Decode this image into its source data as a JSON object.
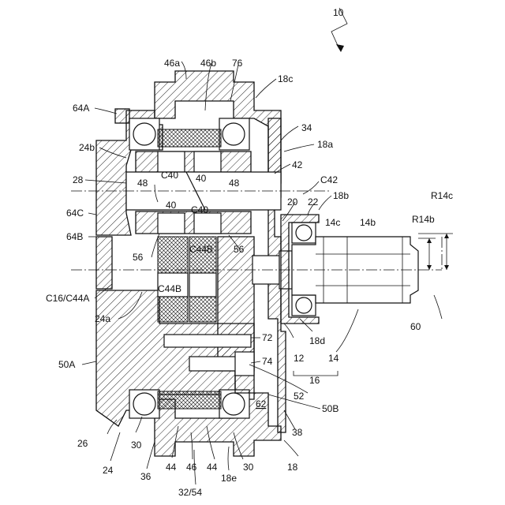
{
  "figure": {
    "ref_10": "10",
    "labels": {
      "l46a": "46a",
      "l46b": "46b",
      "l76": "76",
      "l18c": "18c",
      "l64A": "64A",
      "l34": "34",
      "l18a": "18a",
      "l24b": "24b",
      "l42": "42",
      "l28": "28",
      "l48a": "48",
      "lC40a": "C40",
      "l40a": "40",
      "l48b": "48",
      "lC42": "C42",
      "l20": "20",
      "l22": "22",
      "l18b": "18b",
      "lR14c": "R14c",
      "l64C": "64C",
      "l40b": "40",
      "lC40b": "C40",
      "l14c": "14c",
      "l14b": "14b",
      "lR14b": "R14b",
      "l64B": "64B",
      "l56a": "56",
      "lC44Ba": "C44B",
      "l56b": "56",
      "lC16": "C16/C44A",
      "lC44Bb": "C44B",
      "l24a": "24a",
      "l60": "60",
      "l12": "12",
      "l18d": "18d",
      "l14": "14",
      "l72": "72",
      "l50A": "50A",
      "l74": "74",
      "l16": "16",
      "l52": "52",
      "l62": "62",
      "l50B": "50B",
      "l38": "38",
      "l26": "26",
      "l30a": "30",
      "l24": "24",
      "l36": "36",
      "l44a": "44",
      "l46": "46",
      "l44b": "44",
      "l30b": "30",
      "l18": "18",
      "l18e": "18e",
      "l32": "32/54"
    }
  }
}
